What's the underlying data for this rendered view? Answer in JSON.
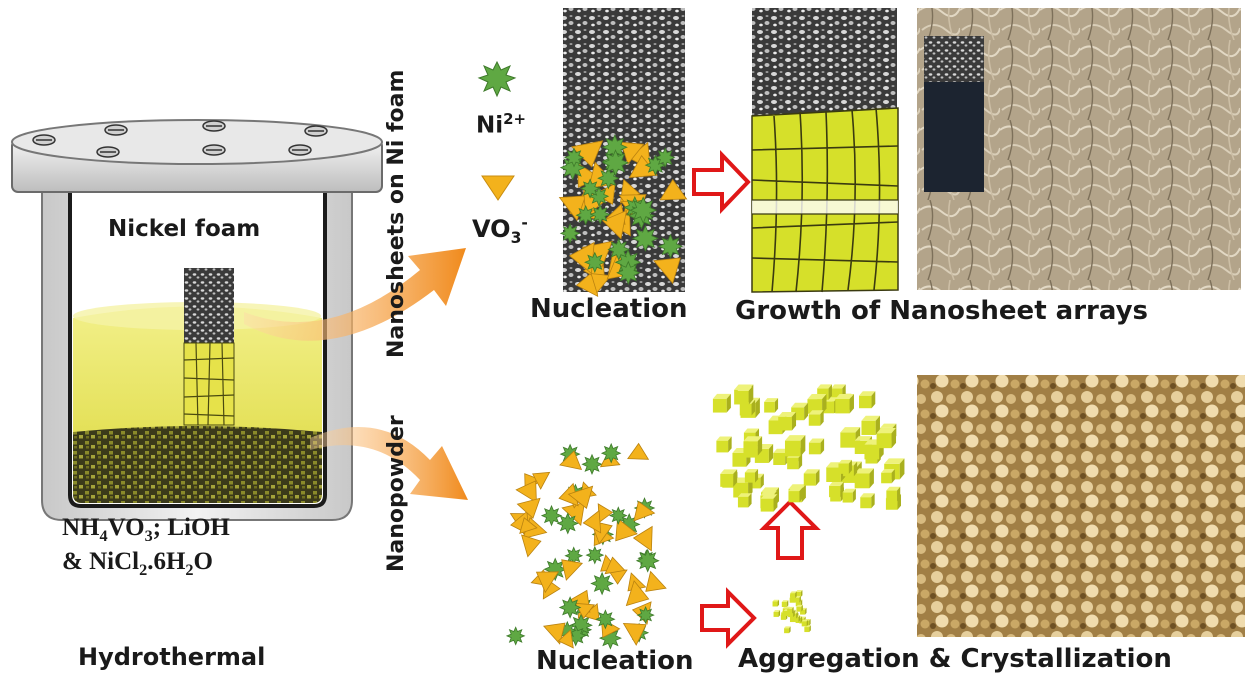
{
  "labels": {
    "nickel_foam": "Nickel foam",
    "reagent_line1": {
      "pre": "NH",
      "sub1": "4",
      "mid": "VO",
      "sub2": "3",
      "post": "; LiOH"
    },
    "reagent_line2": {
      "pre": "& NiCl",
      "sub1": "2",
      "mid": ".6H",
      "sub2": "2",
      "post": "O"
    },
    "hydrothermal": "Hydrothermal",
    "nanosheets_on_ni_foam": "Nanosheets on Ni foam",
    "nanopowder": "Nanopowder",
    "ni_ion": {
      "base": "Ni",
      "sup": "2+"
    },
    "vo3_ion": {
      "base": "VO",
      "sub": "3",
      "sup": "-"
    },
    "nucleation_top": "Nucleation",
    "growth": "Growth of Nanosheet arrays",
    "nucleation_bottom": "Nucleation",
    "aggregation": "Aggregation & Crystallization"
  },
  "colors": {
    "solution_yellow": "#e6e24a",
    "crystal_yellow": "#d6e02a",
    "ni_green": "#5fa843",
    "vo3_orange": "#f3b21c",
    "flow_arrow": "#f08a1c",
    "process_arrow": "#e01818",
    "sem_top": "#b3a48a",
    "sem_bottom": "#c9a468"
  }
}
